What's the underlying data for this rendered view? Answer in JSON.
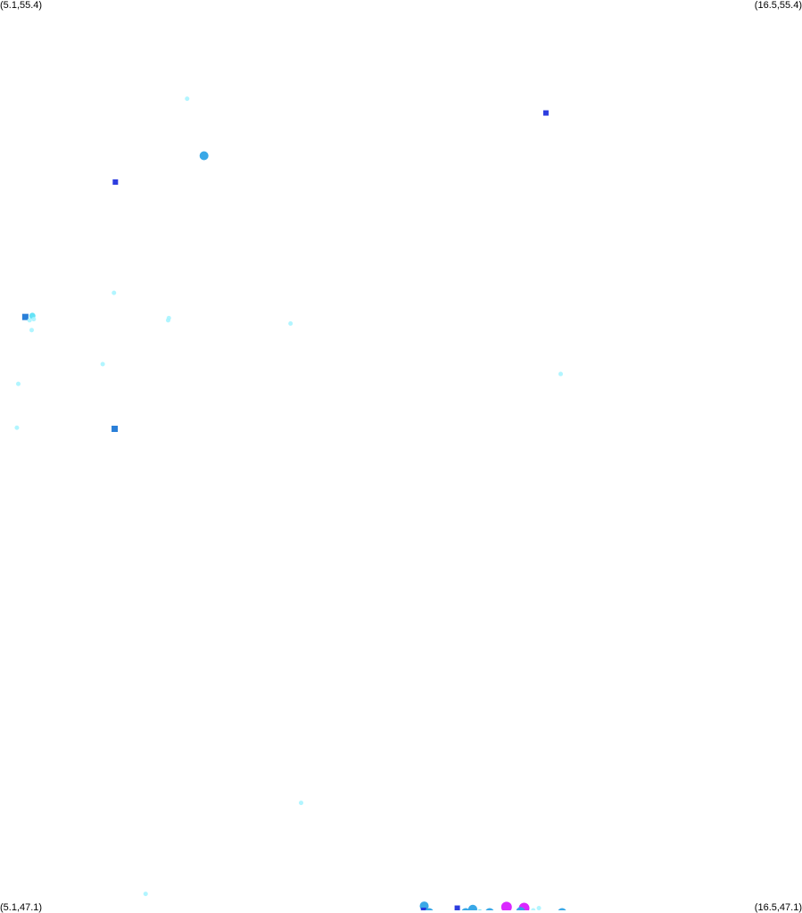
{
  "corners": {
    "top_left": "(5.1,55.4)",
    "top_right": "(16.5,55.4)",
    "bottom_left": "(5.1,47.1)",
    "bottom_right": "(16.5,47.1)"
  },
  "extent": {
    "lon_min": 5.1,
    "lon_max": 16.5,
    "lat_min": 47.1,
    "lat_max": 55.4
  },
  "colors": {
    "background": "#ffffff",
    "level_1": "#a8f4ff",
    "level_2": "#5ce0f5",
    "level_3": "#2ea3e6",
    "level_4": "#1f78d6",
    "level_5": "#2233dd",
    "level_6": "#d81bff"
  },
  "points": [
    {
      "lon": 7.76,
      "lat": 54.5,
      "level": 1
    },
    {
      "lon": 12.86,
      "lat": 54.37,
      "level": 5
    },
    {
      "lon": 8.0,
      "lat": 53.98,
      "level": 3
    },
    {
      "lon": 6.74,
      "lat": 53.74,
      "level": 5
    },
    {
      "lon": 6.72,
      "lat": 52.73,
      "level": 1
    },
    {
      "lon": 5.46,
      "lat": 52.51,
      "level": 4
    },
    {
      "lon": 5.56,
      "lat": 52.52,
      "level": 2
    },
    {
      "lon": 5.52,
      "lat": 52.48,
      "level": 1
    },
    {
      "lon": 5.58,
      "lat": 52.49,
      "level": 1
    },
    {
      "lon": 5.55,
      "lat": 52.39,
      "level": 1
    },
    {
      "lon": 7.5,
      "lat": 52.5,
      "level": 1
    },
    {
      "lon": 7.49,
      "lat": 52.48,
      "level": 1
    },
    {
      "lon": 9.23,
      "lat": 52.45,
      "level": 1
    },
    {
      "lon": 6.56,
      "lat": 52.08,
      "level": 1
    },
    {
      "lon": 5.36,
      "lat": 51.9,
      "level": 1
    },
    {
      "lon": 13.07,
      "lat": 51.99,
      "level": 1
    },
    {
      "lon": 5.34,
      "lat": 51.5,
      "level": 1
    },
    {
      "lon": 6.73,
      "lat": 51.49,
      "level": 4
    },
    {
      "lon": 9.38,
      "lat": 48.08,
      "level": 1
    },
    {
      "lon": 7.17,
      "lat": 47.25,
      "level": 1
    },
    {
      "lon": 10.42,
      "lat": 47.07,
      "level": 1
    },
    {
      "lon": 11.13,
      "lat": 47.14,
      "level": 3
    },
    {
      "lon": 11.12,
      "lat": 47.1,
      "level": 5
    },
    {
      "lon": 11.2,
      "lat": 47.08,
      "level": 3
    },
    {
      "lon": 11.6,
      "lat": 47.12,
      "level": 5
    },
    {
      "lon": 11.82,
      "lat": 47.11,
      "level": 3
    },
    {
      "lon": 11.72,
      "lat": 47.08,
      "level": 3
    },
    {
      "lon": 11.92,
      "lat": 47.08,
      "level": 2
    },
    {
      "lon": 12.06,
      "lat": 47.08,
      "level": 3
    },
    {
      "lon": 12.3,
      "lat": 47.13,
      "level": 6
    },
    {
      "lon": 12.55,
      "lat": 47.12,
      "level": 6
    },
    {
      "lon": 12.5,
      "lat": 47.09,
      "level": 3
    },
    {
      "lon": 12.68,
      "lat": 47.1,
      "level": 1
    },
    {
      "lon": 12.76,
      "lat": 47.12,
      "level": 1
    },
    {
      "lon": 13.09,
      "lat": 47.08,
      "level": 3
    }
  ]
}
